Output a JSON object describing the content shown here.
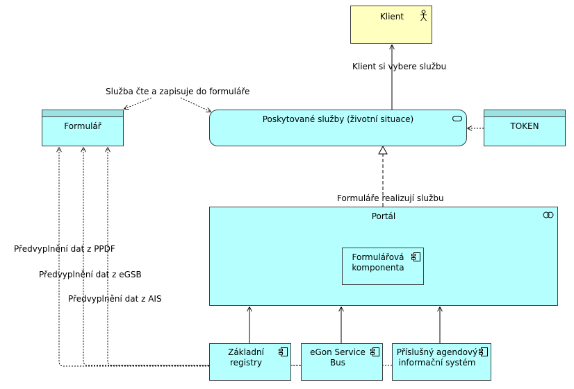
{
  "nodes": {
    "klient": {
      "label": "Klient",
      "icon": "actor-icon"
    },
    "formular": {
      "label": "Formulář",
      "icon": "data-object-icon"
    },
    "sluzby": {
      "label": "Poskytované služby (životní situace)",
      "icon": "service-icon"
    },
    "token": {
      "label": "TOKEN",
      "icon": "data-object-icon"
    },
    "portal": {
      "label": "Portál",
      "icon": "interface-icon"
    },
    "komponenta": {
      "line1": "Formulářová",
      "line2": "komponenta",
      "icon": "component-icon"
    },
    "registry": {
      "line1": "Základní",
      "line2": "registry",
      "icon": "component-icon"
    },
    "egon": {
      "line1": "eGon Service",
      "line2": "Bus",
      "icon": "component-icon"
    },
    "agendovy": {
      "line1": "Příslušný agendový",
      "line2": "informační systém",
      "icon": "component-icon"
    }
  },
  "edges": {
    "klient_vybere": "Klient si vybere službu",
    "sluzba_cte": "Služba čte a zapisuje do formuláře",
    "formulare_realizuji": "Formuláře realizují službu",
    "ppdf": "Předvyplnění dat z PPDF",
    "egsb": "Předvyplnění dat z eGSB",
    "ais": "Předvyplnění dat z AIS"
  },
  "colors": {
    "actor_fill": "#ffffc0",
    "application_fill": "#b5ffff",
    "border": "#3a3a3a",
    "header_band": "#9ce2e2",
    "line": "#000000"
  }
}
